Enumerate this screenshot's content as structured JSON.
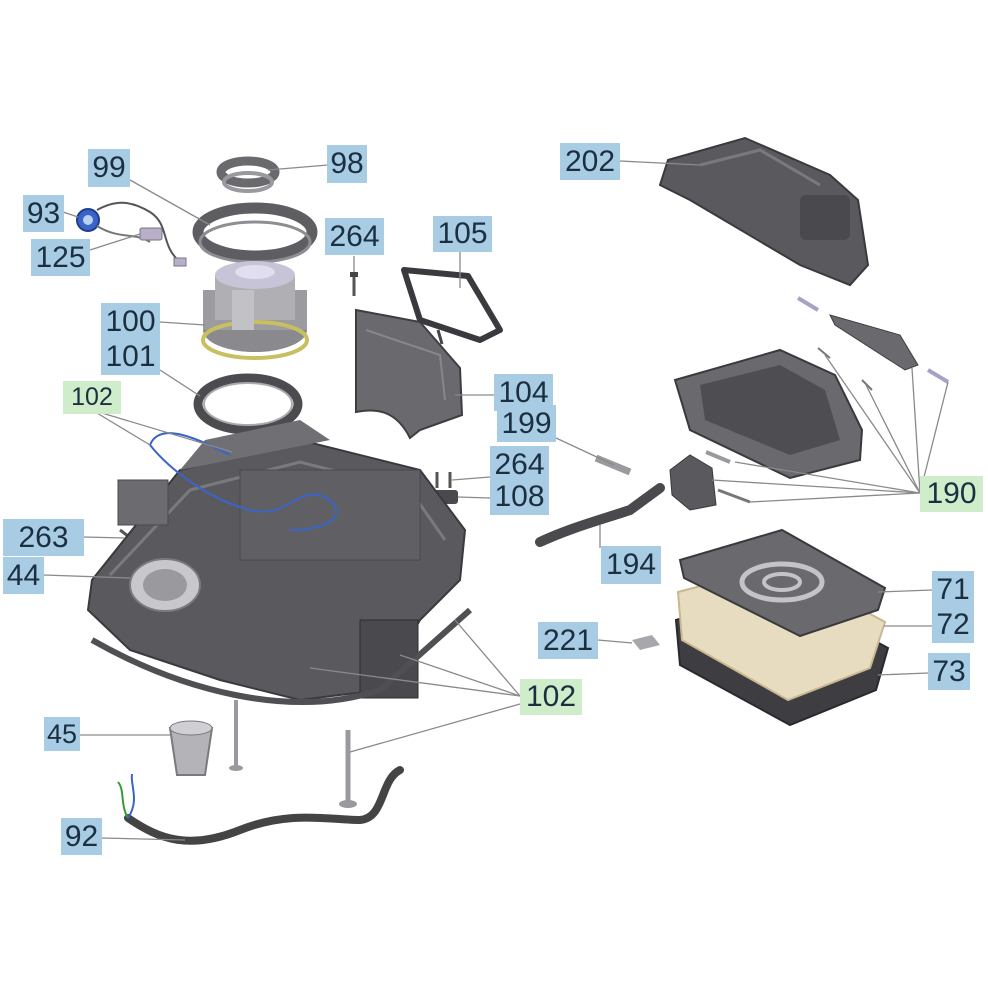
{
  "diagram": {
    "title": "",
    "colors": {
      "callout_blue": "#a7cce3",
      "callout_green": "#cfedcb",
      "leader_line": "#8a8a8a",
      "part_dark": "#5a5a5e",
      "part_mid": "#808085",
      "part_light": "#b4b4b8",
      "filter_beige": "#e8dcc0",
      "wire_blue": "#3a64c8",
      "wire_green": "#3a9a3a"
    },
    "callouts": [
      {
        "id": "c99",
        "label": "99",
        "style": "blue"
      },
      {
        "id": "c98",
        "label": "98",
        "style": "blue"
      },
      {
        "id": "c93",
        "label": "93",
        "style": "blue"
      },
      {
        "id": "c125",
        "label": "125",
        "style": "blue"
      },
      {
        "id": "c264a",
        "label": "264",
        "style": "blue"
      },
      {
        "id": "c105",
        "label": "105",
        "style": "blue"
      },
      {
        "id": "c100",
        "label": "100",
        "style": "blue"
      },
      {
        "id": "c101",
        "label": "101",
        "style": "blue"
      },
      {
        "id": "c102a",
        "label": "102",
        "style": "green"
      },
      {
        "id": "c104",
        "label": "104",
        "style": "blue"
      },
      {
        "id": "c199",
        "label": "199",
        "style": "blue"
      },
      {
        "id": "c264b",
        "label": "264",
        "style": "blue"
      },
      {
        "id": "c108",
        "label": "108",
        "style": "blue"
      },
      {
        "id": "c263",
        "label": "263",
        "style": "blue"
      },
      {
        "id": "c44",
        "label": "44",
        "style": "blue"
      },
      {
        "id": "c202",
        "label": "202",
        "style": "blue"
      },
      {
        "id": "c190",
        "label": "190",
        "style": "green"
      },
      {
        "id": "c194",
        "label": "194",
        "style": "blue"
      },
      {
        "id": "c71",
        "label": "71",
        "style": "blue"
      },
      {
        "id": "c72",
        "label": "72",
        "style": "blue"
      },
      {
        "id": "c221",
        "label": "221",
        "style": "blue"
      },
      {
        "id": "c73",
        "label": "73",
        "style": "blue"
      },
      {
        "id": "c102b",
        "label": "102",
        "style": "green"
      },
      {
        "id": "c45",
        "label": "45",
        "style": "blue"
      },
      {
        "id": "c92",
        "label": "92",
        "style": "blue"
      }
    ]
  }
}
